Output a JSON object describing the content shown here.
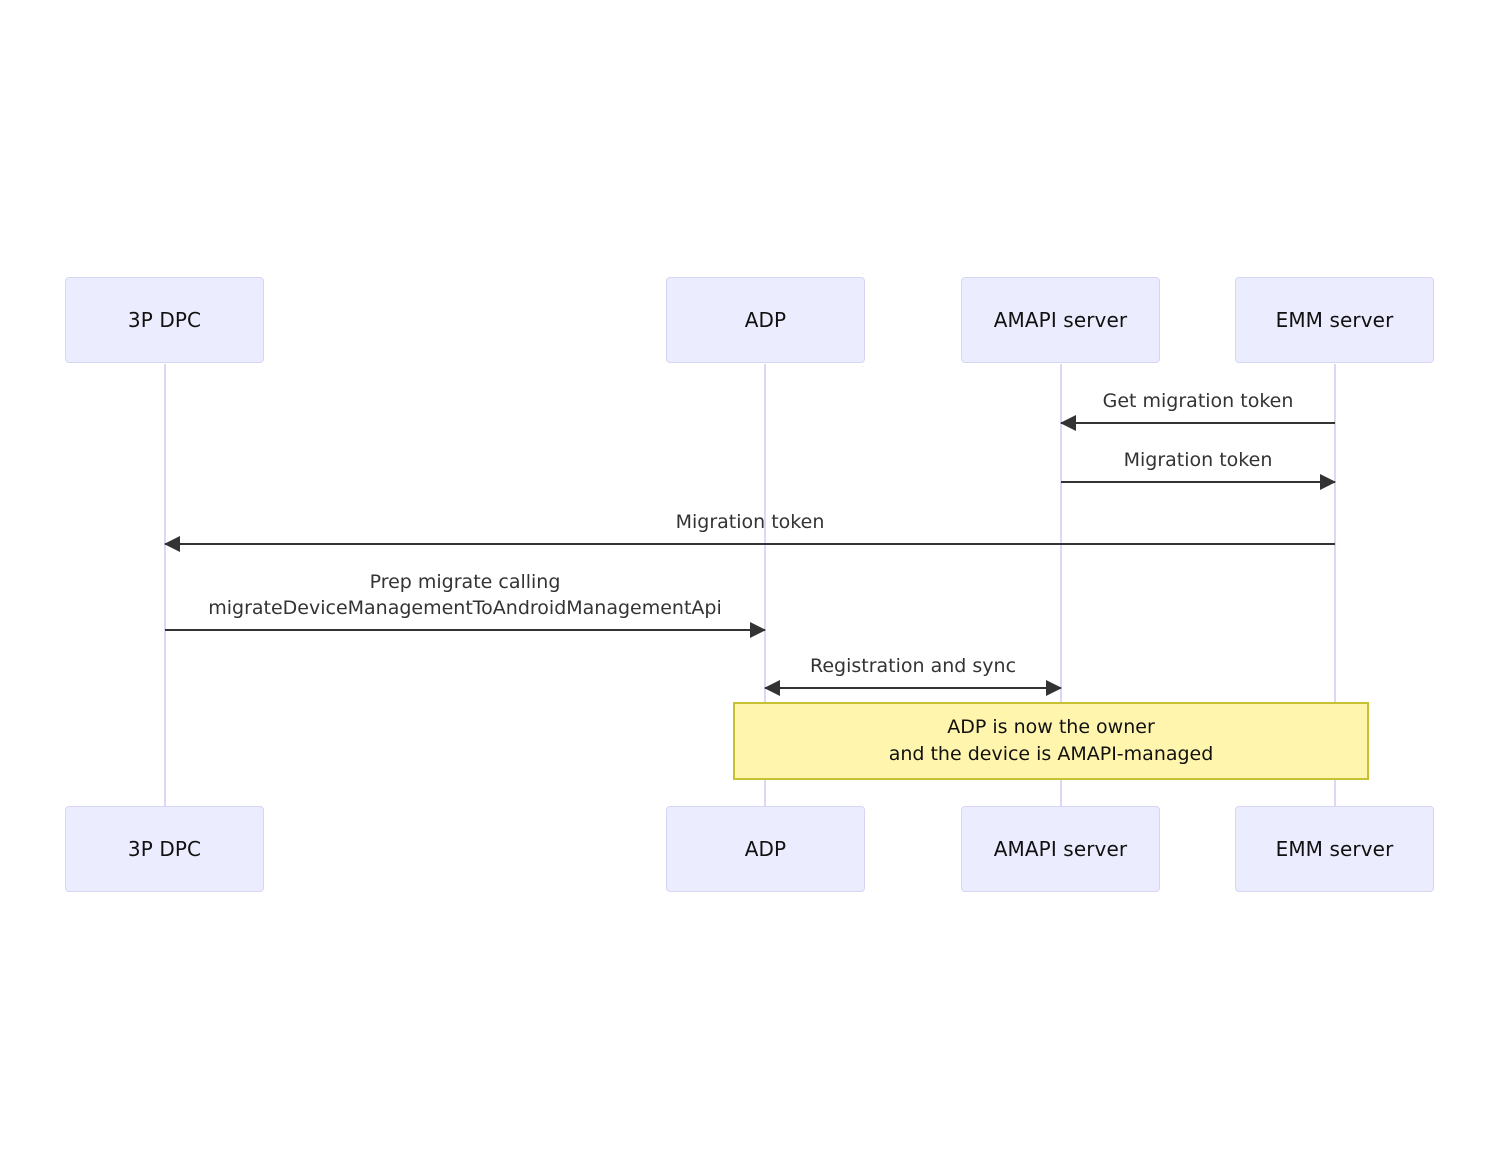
{
  "diagram": {
    "type": "sequence-diagram",
    "background": "#ffffff",
    "participant_fill": "#ececff",
    "participant_border": "#d7d5f5",
    "lifeline_color": "#ddd6f7",
    "arrow_color": "#333333",
    "note_fill": "#fff5ad",
    "note_border": "#c6c033"
  },
  "participants": [
    {
      "id": "dpc",
      "label": "3P DPC"
    },
    {
      "id": "adp",
      "label": "ADP"
    },
    {
      "id": "amapi",
      "label": "AMAPI server"
    },
    {
      "id": "emm",
      "label": "EMM server"
    }
  ],
  "participants_bottom": [
    {
      "id": "dpc",
      "label": "3P DPC"
    },
    {
      "id": "adp",
      "label": "ADP"
    },
    {
      "id": "amapi",
      "label": "AMAPI server"
    },
    {
      "id": "emm",
      "label": "EMM server"
    }
  ],
  "messages": [
    {
      "index": 1,
      "from": "emm",
      "to": "amapi",
      "direction": "left",
      "label": "Get migration token"
    },
    {
      "index": 2,
      "from": "amapi",
      "to": "emm",
      "direction": "right",
      "label": "Migration token"
    },
    {
      "index": 3,
      "from": "emm",
      "to": "dpc",
      "direction": "left",
      "label": "Migration token"
    },
    {
      "index": 4,
      "from": "dpc",
      "to": "adp",
      "direction": "right",
      "label_line1": "Prep migrate calling",
      "label_line2": "migrateDeviceManagementToAndroidManagementApi"
    },
    {
      "index": 5,
      "from": "adp",
      "to": "amapi",
      "direction": "both",
      "label": "Registration and sync"
    }
  ],
  "note": {
    "line1": "ADP is now the owner",
    "line2": "and the device is AMAPI-managed"
  }
}
